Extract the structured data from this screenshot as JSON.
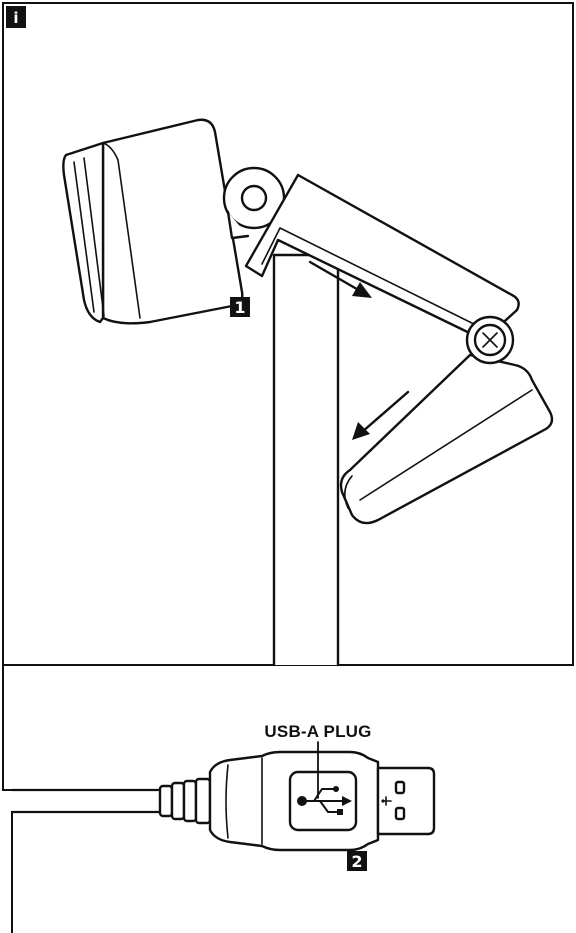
{
  "panel_badge": "i",
  "callouts": [
    {
      "id": "camera",
      "label": "1"
    },
    {
      "id": "plug",
      "label": "2"
    }
  ],
  "usb_label": "USB-A PLUG",
  "colors": {
    "ink": "#111111",
    "paper": "#ffffff"
  }
}
